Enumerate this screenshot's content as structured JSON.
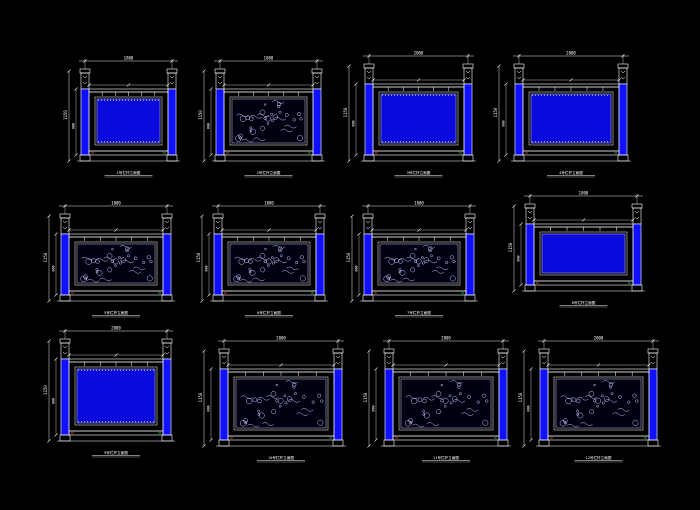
{
  "colors": {
    "background": "#000000",
    "line": "#ffffff",
    "dim": "#e8e8e8",
    "post_fill": "#1010ff",
    "panel_fill": "#0a0adc",
    "ornament": "#c8c8ff",
    "accent_red": "#ff3030",
    "accent_green": "#00d040"
  },
  "drawings": [
    {
      "id": 1,
      "title": "1号栏杆立面图",
      "top_dim": "1800",
      "side_dim": "1150",
      "mid_dim": "800",
      "panel": "dotted",
      "posts": "inner"
    },
    {
      "id": 2,
      "title": "2号栏杆立面图",
      "top_dim": "1800",
      "side_dim": "1150",
      "mid_dim": "800",
      "panel": "floral",
      "posts": "inner"
    },
    {
      "id": 3,
      "title": "3号栏杆立面图",
      "top_dim": "2000",
      "side_dim": "1150",
      "mid_dim": "800",
      "panel": "dotted",
      "posts": "outer"
    },
    {
      "id": 4,
      "title": "4号栏杆立面图",
      "top_dim": "2000",
      "side_dim": "1150",
      "mid_dim": "800",
      "panel": "dotted",
      "posts": "outer"
    },
    {
      "id": 5,
      "title": "5号栏杆立面图",
      "top_dim": "1800",
      "side_dim": "1150",
      "mid_dim": "800",
      "panel": "floral",
      "posts": "inner"
    },
    {
      "id": 6,
      "title": "6号栏杆立面图",
      "top_dim": "1800",
      "side_dim": "1150",
      "mid_dim": "800",
      "panel": "floral",
      "posts": "inner"
    },
    {
      "id": 7,
      "title": "7号栏杆立面图",
      "top_dim": "1800",
      "side_dim": "1150",
      "mid_dim": "800",
      "panel": "floral",
      "posts": "inner"
    },
    {
      "id": 8,
      "title": "8号栏杆立面图",
      "top_dim": "1800",
      "side_dim": "1150",
      "mid_dim": "800",
      "panel": "solid",
      "posts": "inner"
    },
    {
      "id": 9,
      "title": "9号栏杆立面图",
      "top_dim": "2000",
      "side_dim": "1150",
      "mid_dim": "800",
      "panel": "dotted",
      "posts": "inner"
    },
    {
      "id": 10,
      "title": "10号栏杆立面图",
      "top_dim": "2000",
      "side_dim": "1150",
      "mid_dim": "800",
      "panel": "floral",
      "posts": "outer"
    },
    {
      "id": 11,
      "title": "11号栏杆立面图",
      "top_dim": "2000",
      "side_dim": "1150",
      "mid_dim": "800",
      "panel": "floral",
      "posts": "outer"
    },
    {
      "id": 12,
      "title": "12号栏杆立面图",
      "top_dim": "2000",
      "side_dim": "1150",
      "mid_dim": "800",
      "panel": "floral",
      "posts": "outer"
    }
  ]
}
